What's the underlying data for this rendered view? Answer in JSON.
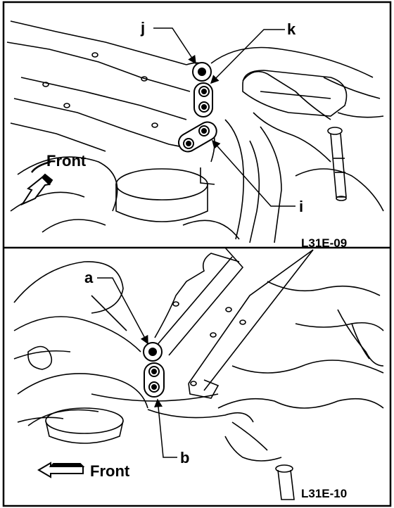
{
  "top_panel": {
    "figure_id": "L31E-09",
    "direction_label": "Front",
    "callouts": {
      "i": "i",
      "j": "j",
      "k": "k"
    }
  },
  "bottom_panel": {
    "figure_id": "L31E-10",
    "direction_label": "Front",
    "callouts": {
      "a": "a",
      "b": "b"
    }
  }
}
